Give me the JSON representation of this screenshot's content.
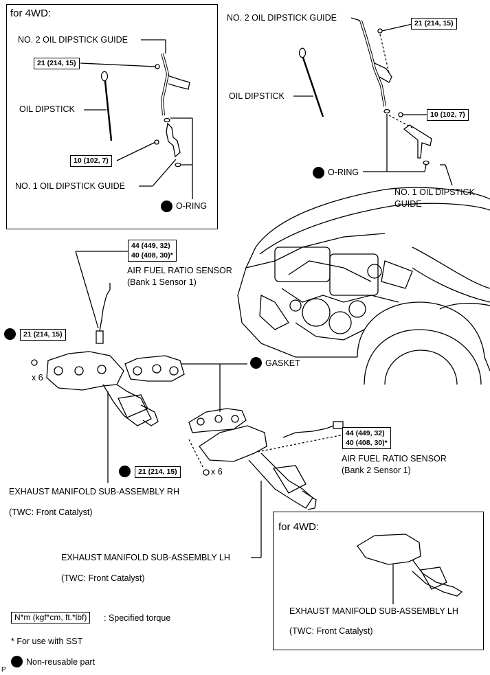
{
  "top_left": {
    "title": "for 4WD:",
    "no2_guide": "NO. 2 OIL DIPSTICK GUIDE",
    "torque_21": "21 (214, 15)",
    "dipstick": "OIL DIPSTICK",
    "torque_10": "10 (102, 7)",
    "no1_guide": "NO. 1 OIL DIPSTICK GUIDE",
    "oring": "O-RING"
  },
  "top_right": {
    "no2_guide": "NO. 2 OIL DIPSTICK GUIDE",
    "torque_21": "21 (214, 15)",
    "dipstick": "OIL DIPSTICK",
    "torque_10": "10 (102, 7)",
    "oring": "O-RING",
    "no1_guide_l1": "NO. 1 OIL DIPSTICK",
    "no1_guide_l2": "GUIDE"
  },
  "sensor1": {
    "torque_a": "44 (449, 32)",
    "torque_b": "40 (408, 30)*",
    "name": "AIR FUEL RATIO SENSOR",
    "sub": "(Bank 1 Sensor 1)"
  },
  "rh": {
    "torque": "21 (214, 15)",
    "qty": "x 6",
    "gasket": "GASKET",
    "name": "EXHAUST MANIFOLD SUB-ASSEMBLY RH",
    "sub": "(TWC: Front Catalyst)"
  },
  "sensor2": {
    "torque_a": "44 (449, 32)",
    "torque_b": "40 (408, 30)*",
    "name": "AIR FUEL RATIO SENSOR",
    "sub": "(Bank 2 Sensor 1)"
  },
  "lh": {
    "torque": "21 (214, 15)",
    "qty": "x 6",
    "name": "EXHAUST MANIFOLD SUB-ASSEMBLY LH",
    "sub": "(TWC: Front Catalyst)"
  },
  "bottom_right": {
    "title": "for 4WD:",
    "name": "EXHAUST MANIFOLD SUB-ASSEMBLY LH",
    "sub": "(TWC: Front Catalyst)"
  },
  "legend": {
    "unit_box": "N*m (kgf*cm, ft.*lbf)",
    "unit_text": ": Specified torque",
    "sst": "* For use with SST",
    "nonreusable": "Non-reusable part",
    "corner": "P"
  }
}
